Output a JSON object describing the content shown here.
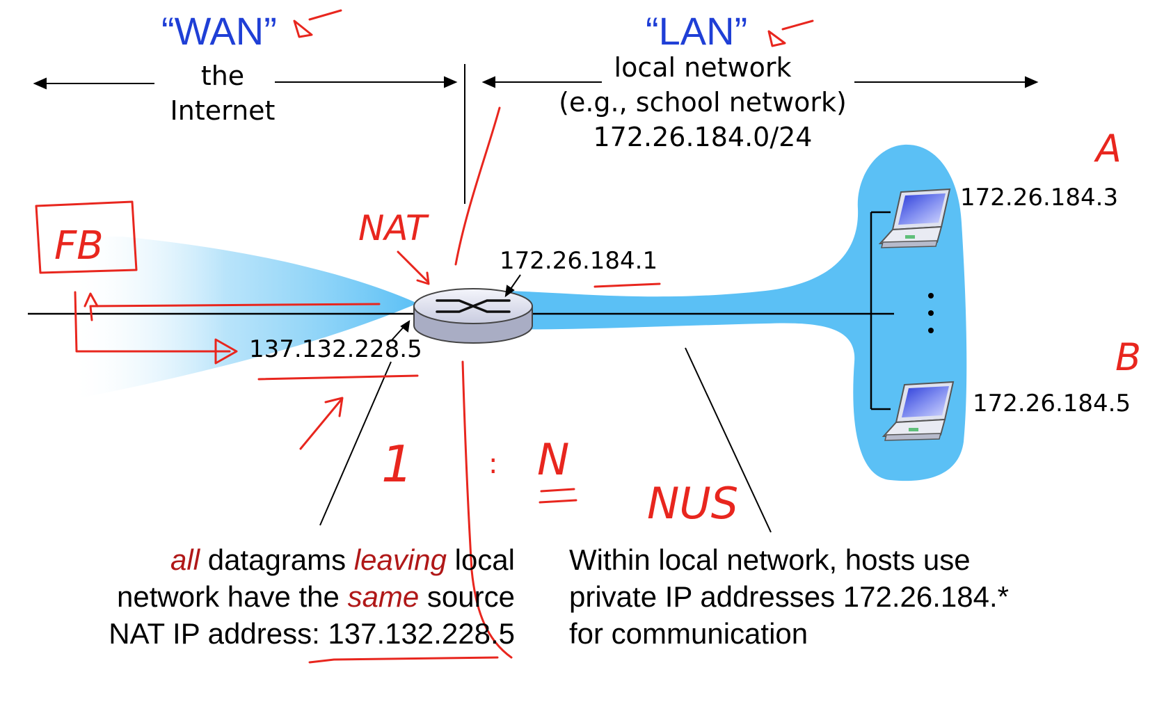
{
  "wan": {
    "label": "“WAN”",
    "line1": "the",
    "line2": "Internet"
  },
  "lan": {
    "label": "“LAN”",
    "line1": "local network",
    "line2": "(e.g., school network)",
    "line3": "172.26.184.0/24"
  },
  "router": {
    "wan_ip": "137.132.228.5",
    "lan_ip": "172.26.184.1"
  },
  "hosts": [
    {
      "ip": "172.26.184.3"
    },
    {
      "ip": "172.26.184.5"
    }
  ],
  "note_left": {
    "w1": "all",
    "t1": " datagrams ",
    "w2": "leaving",
    "t2": " local",
    "t3": "network have the ",
    "w3": "same",
    "t4": " source",
    "t5": "NAT IP address: 137.132.228.5"
  },
  "note_right": {
    "line1": "Within local network, hosts use",
    "line2": "private IP addresses 172.26.184.*",
    "line3": "for communication"
  },
  "handwriting": {
    "fb": "FB",
    "nat": "NAT",
    "a": "A",
    "b": "B",
    "one": "1",
    "colon": ":",
    "n": "N",
    "nus": "NUS"
  },
  "colors": {
    "title_blue": "#1f3fd6",
    "emphasis_red": "#b01818",
    "annotation_red": "#e8261e",
    "lan_blue": "#5bc0f5"
  }
}
